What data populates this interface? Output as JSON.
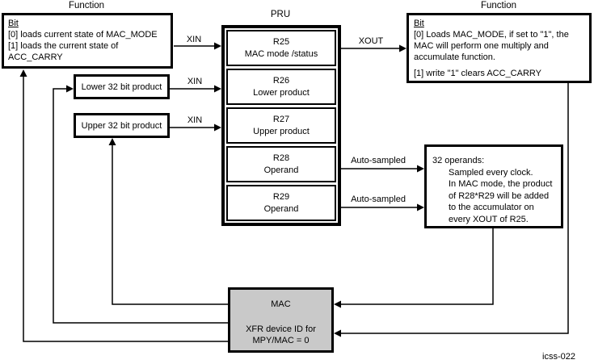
{
  "titles": {
    "left_function": "Function",
    "pru": "PRU",
    "right_function": "Function"
  },
  "left_function_box": {
    "heading": "Bit",
    "lines": [
      "[0] loads current state of MAC_MODE",
      "[1] loads the current state of",
      "ACC_CARRY"
    ]
  },
  "product_boxes": {
    "lower": "Lower 32 bit product",
    "upper": "Upper 32 bit product"
  },
  "pru": {
    "registers": [
      {
        "name": "R25",
        "desc": "MAC mode /status"
      },
      {
        "name": "R26",
        "desc": "Lower product"
      },
      {
        "name": "R27",
        "desc": "Upper product"
      },
      {
        "name": "R28",
        "desc": "Operand"
      },
      {
        "name": "R29",
        "desc": "Operand"
      }
    ]
  },
  "right_function_box": {
    "heading": "Bit",
    "lines": [
      "[0] Loads MAC_MODE, if set to \"1\", the",
      "MAC will perform one multiply and",
      "accumulate function."
    ],
    "footer": "[1] write \"1\" clears ACC_CARRY"
  },
  "operands_box": {
    "lines": [
      "32 operands:",
      "Sampled every clock.",
      "In MAC mode, the product",
      "of R28*R29 will be added",
      "to the accumulator on",
      "every XOUT of R25."
    ]
  },
  "mac_box": {
    "title": "MAC",
    "lines": [
      "XFR device ID for",
      "MPY/MAC = 0"
    ]
  },
  "arrow_labels": {
    "xin_r25": "XIN",
    "xin_r26": "XIN",
    "xin_r27": "XIN",
    "xout": "XOUT",
    "auto_r28": "Auto-sampled",
    "auto_r29": "Auto-sampled"
  },
  "figure_tag": "icss-022",
  "colors": {
    "line": "#000000",
    "mac-fill": "#c9c9c9",
    "bg": "#ffffff"
  }
}
